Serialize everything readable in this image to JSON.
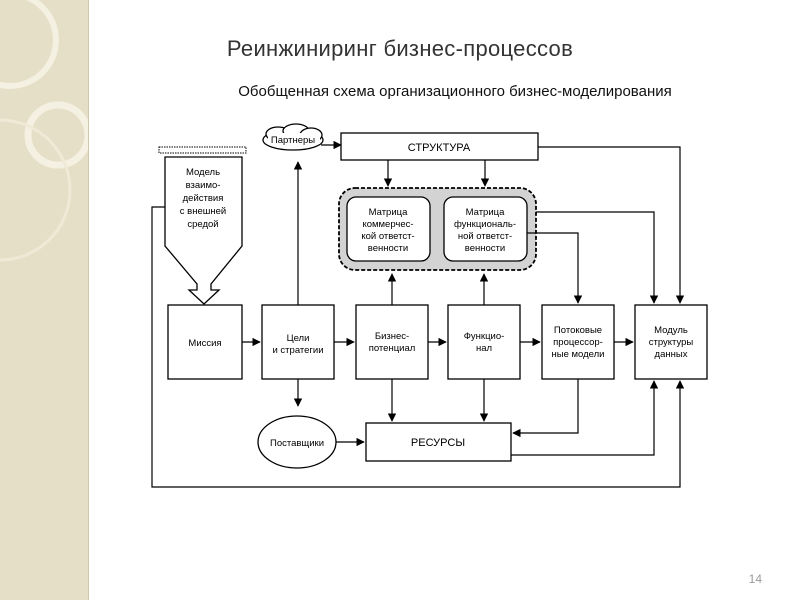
{
  "slide": {
    "title": "Реинжиниринг бизнес-процессов",
    "subtitle": "Обобщенная схема организационного бизнес-моделирования",
    "page_number": "14"
  },
  "diagram": {
    "partners": "Партнеры",
    "structure": "СТРУКТУРА",
    "interaction_model": [
      "Модель",
      "взаимо-",
      "действия",
      "с внешней",
      "средой"
    ],
    "matrix_commercial": [
      "Матрица",
      "коммерчес-",
      "кой ответст-",
      "венности"
    ],
    "matrix_functional": [
      "Матрица",
      "функциональ-",
      "ной ответст-",
      "венности"
    ],
    "mission": "Миссия",
    "goals": [
      "Цели",
      "и стратегии"
    ],
    "business_potential": [
      "Бизнес-",
      "потенциал"
    ],
    "functional": [
      "Функцио-",
      "нал"
    ],
    "flow_models": [
      "Потоковые",
      "процессор-",
      "ные модели"
    ],
    "data_module": [
      "Модуль",
      "структуры",
      "данных"
    ],
    "suppliers": "Поставщики",
    "resources": "РЕСУРСЫ"
  }
}
